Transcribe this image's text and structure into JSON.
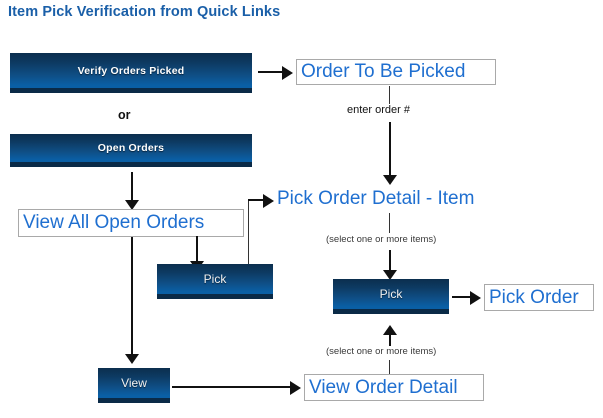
{
  "diagram": {
    "title": "Item Pick Verification from Quick Links",
    "or_label": "or",
    "buttons": [
      {
        "id": "verify-orders-picked",
        "label": "Verify Orders Picked"
      },
      {
        "id": "open-orders",
        "label": "Open Orders"
      },
      {
        "id": "pick-left",
        "label": "Pick"
      },
      {
        "id": "pick-right",
        "label": "Pick"
      },
      {
        "id": "view",
        "label": "View"
      }
    ],
    "links": [
      {
        "id": "order-to-be-picked",
        "label": "Order To Be Picked"
      },
      {
        "id": "view-all-open-orders",
        "label": "View All Open Orders"
      },
      {
        "id": "pick-order-detail-item",
        "label": "Pick Order Detail - Item"
      },
      {
        "id": "pick-order",
        "label": "Pick Order"
      },
      {
        "id": "view-order-detail",
        "label": "View Order Detail"
      }
    ],
    "annotations": [
      {
        "id": "enter-order-number",
        "text": "enter order #"
      },
      {
        "id": "select-items-upper",
        "text": "(select one or more items)"
      },
      {
        "id": "select-items-lower",
        "text": "(select one or more items)"
      }
    ],
    "colors": {
      "title": "#1a5fa8",
      "link_text": "#1f6fd0",
      "button_gradient_top": "#0b2e4e",
      "button_gradient_bottom": "#0a5fa5",
      "button_bottom_bar": "#0a2a47",
      "box_border": "#a9a9a9",
      "connector": "#111111",
      "background": "#ffffff"
    }
  }
}
